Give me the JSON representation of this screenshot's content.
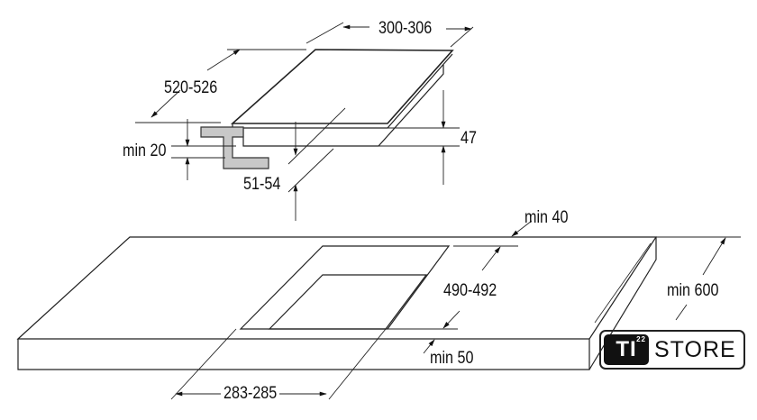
{
  "dimensions": {
    "hob_width": "300-306",
    "hob_depth": "520-526",
    "worktop_thickness_min": "min 20",
    "hob_height": "47",
    "cutout_depth_below": "51-54",
    "back_clearance": "min 40",
    "cutout_depth": "490-492",
    "worktop_depth": "min 600",
    "front_clearance": "min 50",
    "cutout_width": "283-285"
  },
  "logo": {
    "mark": "TI",
    "superscript": "22",
    "text": "STORE"
  },
  "colors": {
    "line": "#222222",
    "bracket": "#c8c8c8"
  }
}
